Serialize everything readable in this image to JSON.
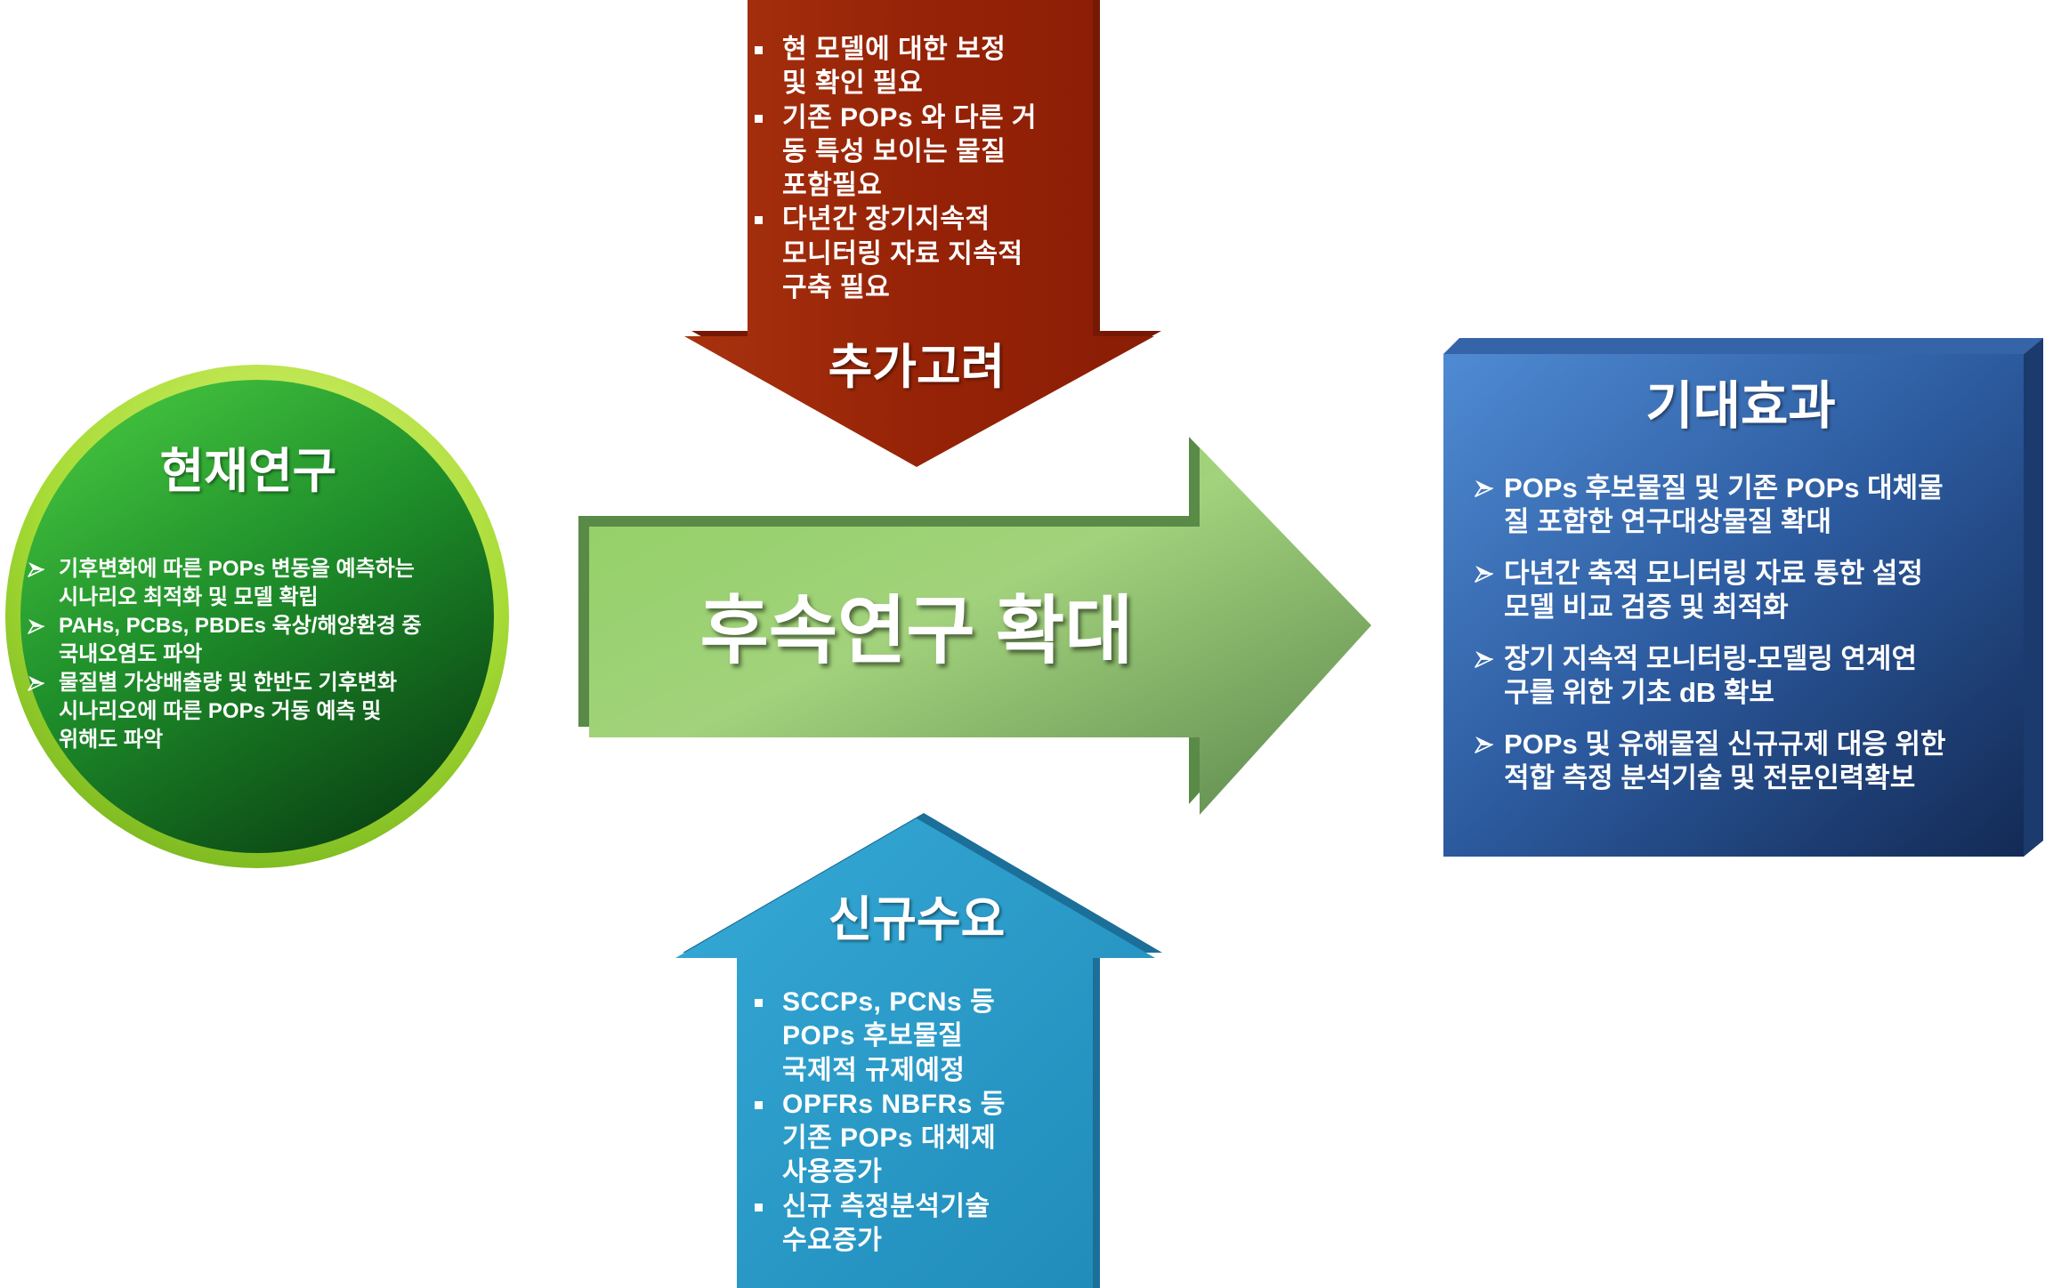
{
  "current_research": {
    "title": "현재연구",
    "bullet_icon": "arrowhead-bullet-icon",
    "bullets": [
      {
        "lines": [
          "기후변화에 따른 POPs 변동을 예측하는",
          "시나리오 최적화 및 모델 확립"
        ]
      },
      {
        "lines": [
          "PAHs, PCBs, PBDEs 육상/해양환경 중",
          "국내오염도 파악"
        ]
      },
      {
        "lines": [
          "물질별 가상배출량 및 한반도 기후변화",
          "시나리오에 따른 POPs 거동 예측 및",
          "위해도 파악"
        ]
      }
    ]
  },
  "additional_considerations": {
    "title": "추가고려",
    "bullet_icon": "square-bullet-icon",
    "bullets": [
      {
        "lines": [
          "현 모델에 대한 보정",
          "및 확인 필요"
        ]
      },
      {
        "lines": [
          "기존 POPs 와 다른 거",
          "동 특성 보이는 물질",
          "포함필요"
        ]
      },
      {
        "lines": [
          "다년간 장기지속적",
          "모니터링 자료 지속적",
          "구축 필요"
        ]
      }
    ]
  },
  "follow_up_research": {
    "title": "후속연구 확대"
  },
  "new_demand": {
    "title": "신규수요",
    "bullet_icon": "square-bullet-icon",
    "bullets": [
      {
        "lines": [
          "SCCPs, PCNs 등",
          "POPs 후보물질",
          "국제적 규제예정"
        ]
      },
      {
        "lines": [
          "OPFRs NBFRs 등",
          "기존 POPs 대체제",
          "사용증가"
        ]
      },
      {
        "lines": [
          "신규 측정분석기술",
          "수요증가"
        ]
      }
    ]
  },
  "expected_effects": {
    "title": "기대효과",
    "bullet_icon": "arrowhead-bullet-icon",
    "bullets": [
      {
        "lines": [
          "POPs 후보물질 및 기존 POPs 대체물",
          "질 포함한 연구대상물질 확대"
        ]
      },
      {
        "lines": [
          "다년간 축적 모니터링 자료 통한 설정",
          "모델 비교 검증 및 최적화"
        ]
      },
      {
        "lines": [
          "장기 지속적 모니터링-모델링 연계연",
          "구를 위한 기초 dB 확보"
        ]
      },
      {
        "lines": [
          "POPs 및 유해물질 신규규제 대응 위한",
          "적합 측정 분석기술 및 전문인력확보"
        ]
      }
    ]
  },
  "colors": {
    "current_research_circle": "#1f8f2a",
    "current_research_ring": "#9bd62f",
    "additional_considerations_arrow": "#9a2709",
    "follow_up_research_arrow": "#8cc96b",
    "new_demand_arrow": "#2a9bc8",
    "expected_effects_box": "#2d5da3",
    "text": "#ffffff"
  }
}
